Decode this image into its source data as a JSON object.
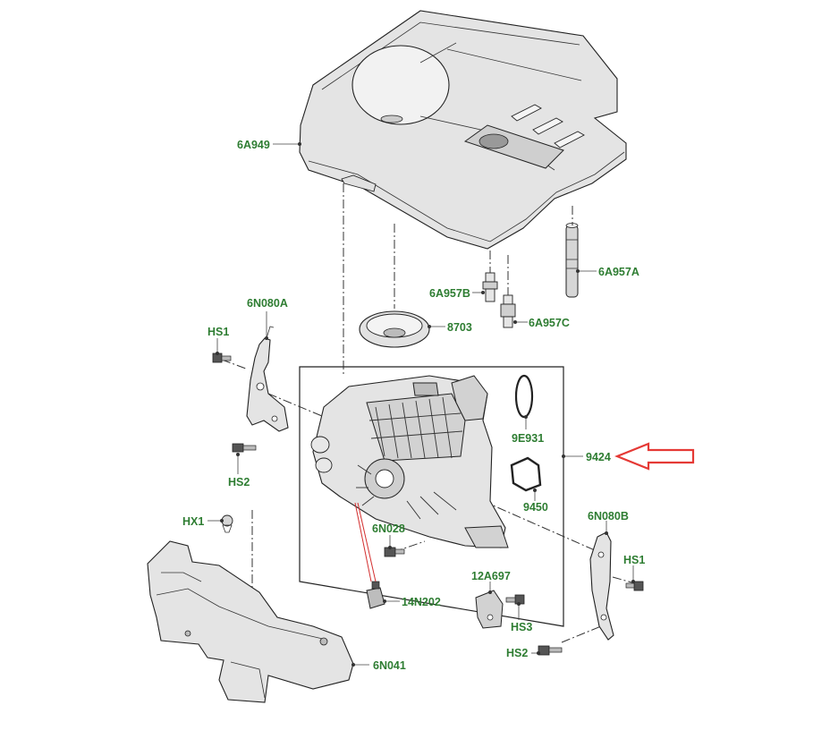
{
  "labels": {
    "engine_cover": "6A949",
    "grommet_a": "6A957A",
    "grommet_b": "6A957B",
    "grommet_c": "6A957C",
    "isolator": "8703",
    "bracket_left": "6N080A",
    "bracket_right": "6N080B",
    "bolt_hs1_left": "HS1",
    "bolt_hs1_right": "HS1",
    "bolt_hs2_left": "HS2",
    "bolt_hs2_right": "HS2",
    "bolt_hs3": "HS3",
    "clip_hx1": "HX1",
    "gasket_9e931": "9E931",
    "intake_manifold": "9424",
    "gasket_9450": "9450",
    "part_6n028": "6N028",
    "sensor_14n202": "14N202",
    "sensor_12a697": "12A697",
    "heat_shield": "6N041"
  },
  "highlight": {
    "arrow_color": "#e53935",
    "label_color": "#2e7d32",
    "highlighted_part": "9424"
  }
}
